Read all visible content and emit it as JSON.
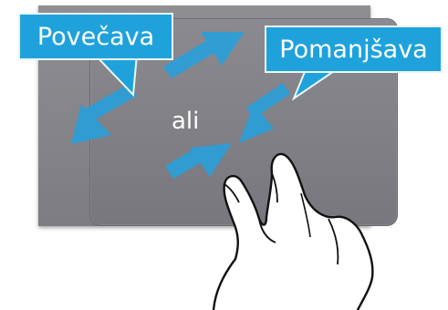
{
  "labels": {
    "zoom_in": "Povečava",
    "zoom_out": "Pomanjšava",
    "or": "ali"
  },
  "colors": {
    "accent": "#1fa2dc",
    "touchpad": "#8a8a90",
    "hand_outline": "#111111"
  },
  "icons": {
    "expand_arrows": "arrows-outward-icon",
    "pinch_arrows": "arrows-inward-icon",
    "hand": "two-finger-hand-icon"
  }
}
